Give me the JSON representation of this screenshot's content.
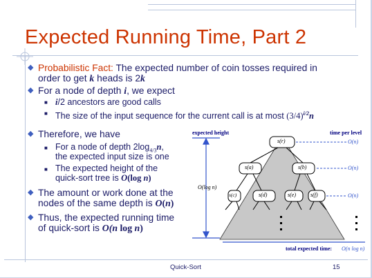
{
  "title": "Expected Running Time, Part 2",
  "bullets": {
    "b1_red": "Probabilistic Fact:",
    "b1_l1_rest": " The expected number of coin tosses required in",
    "b1_l2_a": "order to get ",
    "b1_l2_k": "k",
    "b1_l2_b": " heads is 2",
    "b1_l2_k2": "k",
    "b2_a": "For a node of depth ",
    "b2_i": "i",
    "b2_b": ", we expect",
    "s1_i": "i",
    "s1_rest": "/2 ancestors are good calls",
    "s2_text": "The size of the input sequence for the current call is at most ",
    "s2_math": "(3/4)",
    "s2_exp": "i/2",
    "s2_n": "n",
    "b3_text": "Therefore, we have",
    "s3_l1_a": "For a node of depth 2log",
    "s3_l1_sub": "4/3",
    "s3_l1_n": "n",
    "s3_l1_c": ",",
    "s3_l2": "the expected input size is one",
    "s4_l1": "The expected height of the",
    "s4_l2_a": "quick-sort tree is ",
    "s4_l2_m": "O",
    "s4_l2_b": "(log ",
    "s4_l2_n": "n",
    "s4_l2_c": ")",
    "b4_l1": "The amount or work done at the",
    "b4_l2_a": "nodes of the same depth is ",
    "b4_l2_m": "O",
    "b4_l2_b": "(",
    "b4_l2_n": "n",
    "b4_l2_c": ")",
    "b5_l1": "Thus, the expected running time",
    "b5_l2_a": "of quick-sort is ",
    "b5_l2_m": "O(n",
    "b5_l2_b": " log ",
    "b5_l2_n": "n",
    "b5_l2_c": ")"
  },
  "diagram": {
    "expected_height": "expected height",
    "time_per_level": "time per level",
    "height_label": "O(log n)",
    "level_time_1": "O(n)",
    "level_time_2": "O(n)",
    "level_time_3": "O(n)",
    "nodes": {
      "root": "s(r)",
      "a": "s(a)",
      "b": "s(b)",
      "c": "s(c)",
      "d": "s(d)",
      "e": "s(e)",
      "f": "s(f)"
    },
    "total_label": "total expected time:",
    "total_value": "O(n log n)"
  },
  "footer": {
    "center": "Quick-Sort",
    "page": "15"
  },
  "colors": {
    "title": "#cc3300",
    "text": "#1a1a66",
    "bullet": "#3f5fbf",
    "tree_fill": "#c8c8c8",
    "arrow": "#3355cc"
  }
}
